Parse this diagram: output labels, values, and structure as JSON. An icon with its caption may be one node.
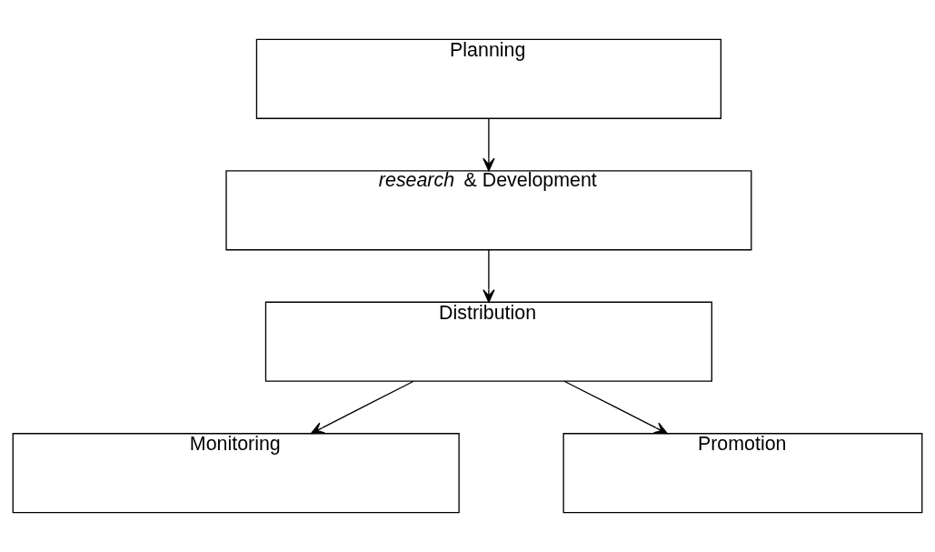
{
  "diagram": {
    "nodes": [
      {
        "text": [
          "Planning"
        ]
      },
      {
        "text": [
          "*research* & Development"
        ]
      },
      {
        "text": [
          "Distribution"
        ]
      },
      {
        "text": [
          "Promotion"
        ]
      },
      {
        "text": [
          "Monitoring"
        ]
      }
    ],
    "edges": [
      {
        "from": 0,
        "to": 1,
        "arrow": "to"
      },
      {
        "from": 1,
        "to": 2,
        "arrow": "to"
      },
      {
        "from": 2,
        "to": 4,
        "arrow": "to"
      },
      {
        "from": 2,
        "to": 3,
        "arrow": "to"
      }
    ]
  }
}
